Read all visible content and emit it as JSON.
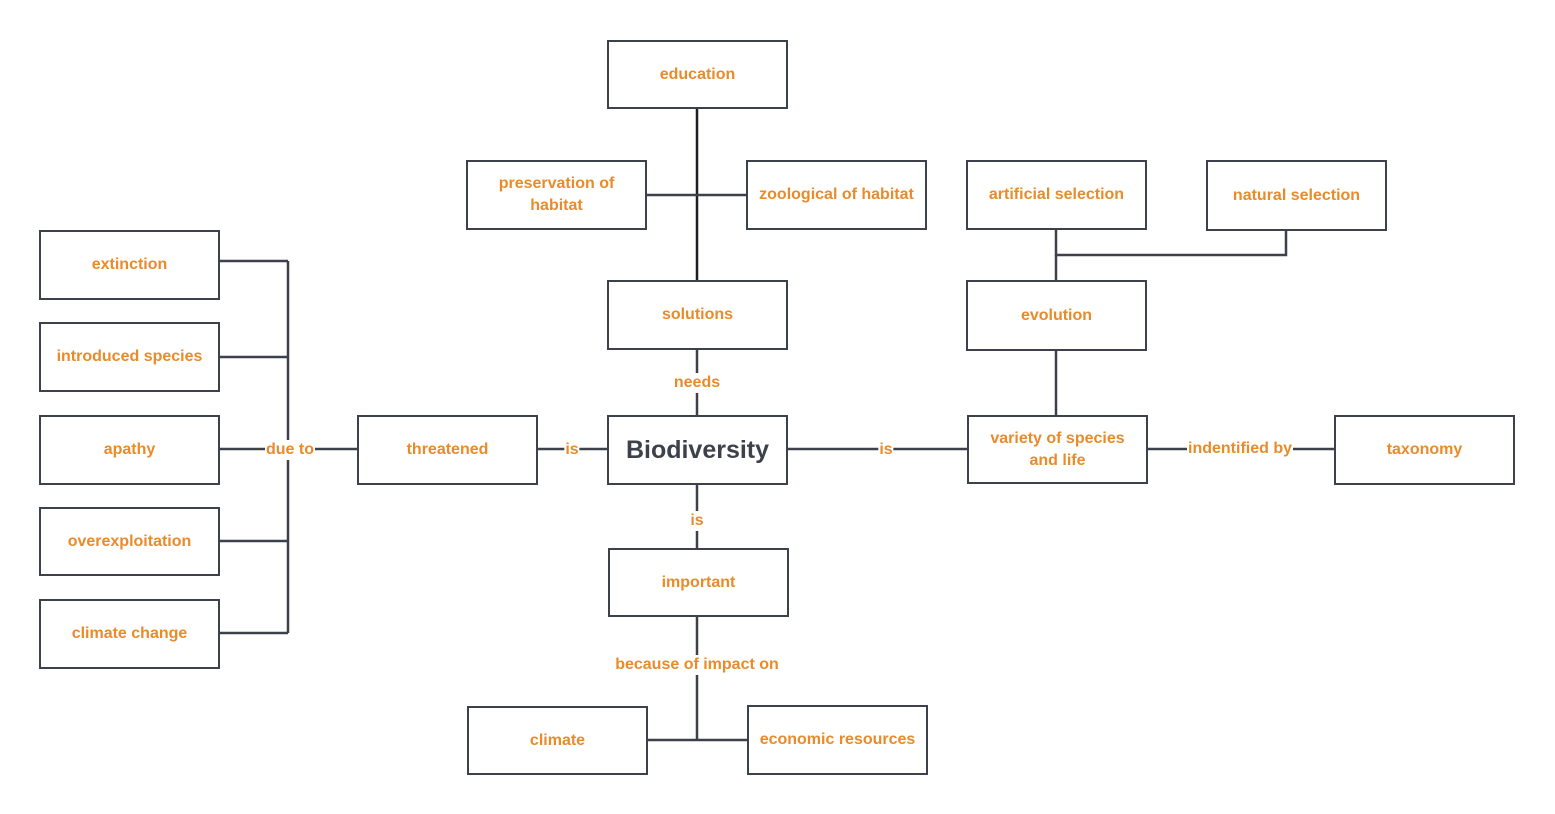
{
  "nodes": {
    "education": "education",
    "preservation": "preservation of habitat",
    "zoological": "zoological of habitat",
    "solutions": "solutions",
    "artificial_selection": "artificial selection",
    "natural_selection": "natural selection",
    "evolution": "evolution",
    "extinction": "extinction",
    "introduced_species": "introduced species",
    "apathy": "apathy",
    "overexploitation": "overexploitation",
    "climate_change": "climate change",
    "threatened": "threatened",
    "biodiversity": "Biodiversity",
    "variety": "variety of species and life",
    "taxonomy": "taxonomy",
    "important": "important",
    "climate": "climate",
    "economic_resources": "economic resources"
  },
  "labels": {
    "needs": "needs",
    "due_to": "due to",
    "is_threatened": "is",
    "is_variety": "is",
    "identified_by": "indentified by",
    "is_important": "is",
    "because_of": "because of impact on"
  },
  "colors": {
    "text_accent": "#e98b2a",
    "border": "#3c414b",
    "central_text": "#3c414b"
  }
}
